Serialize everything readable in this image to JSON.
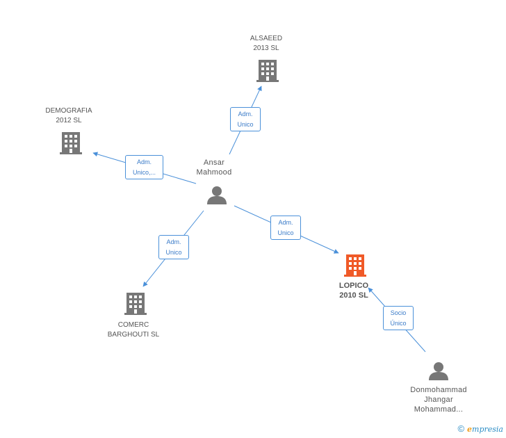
{
  "nodes": {
    "alsaeed": {
      "line1": "ALSAEED",
      "line2": "2013 SL"
    },
    "demografia": {
      "line1": "DEMOGRAFIA",
      "line2": "2012 SL"
    },
    "ansar": {
      "line1": "Ansar",
      "line2": "Mahmood"
    },
    "lopico": {
      "line1": "LOPICO",
      "line2": "2010 SL"
    },
    "comerc": {
      "line1": "COMERC",
      "line2": "BARGHOUTI SL"
    },
    "donmohammad": {
      "line1": "Donmohammad",
      "line2": "Jhangar",
      "line3": "Mohammad..."
    }
  },
  "edges": {
    "to_alsaeed": {
      "line1": "Adm.",
      "line2": "Unico"
    },
    "to_demografia": {
      "line1": "Adm.",
      "line2": "Unico,..."
    },
    "to_lopico": {
      "line1": "Adm.",
      "line2": "Unico"
    },
    "to_comerc": {
      "line1": "Adm.",
      "line2": "Unico"
    },
    "donmohammad_to_lopico": {
      "line1": "Socio",
      "line2": "Único"
    }
  },
  "colors": {
    "edge": "#4a90d9",
    "company": "#777777",
    "main_company": "#f05a28",
    "person": "#777777"
  },
  "brand": {
    "copyright": "©",
    "e": "e",
    "rest": "mpresia"
  }
}
